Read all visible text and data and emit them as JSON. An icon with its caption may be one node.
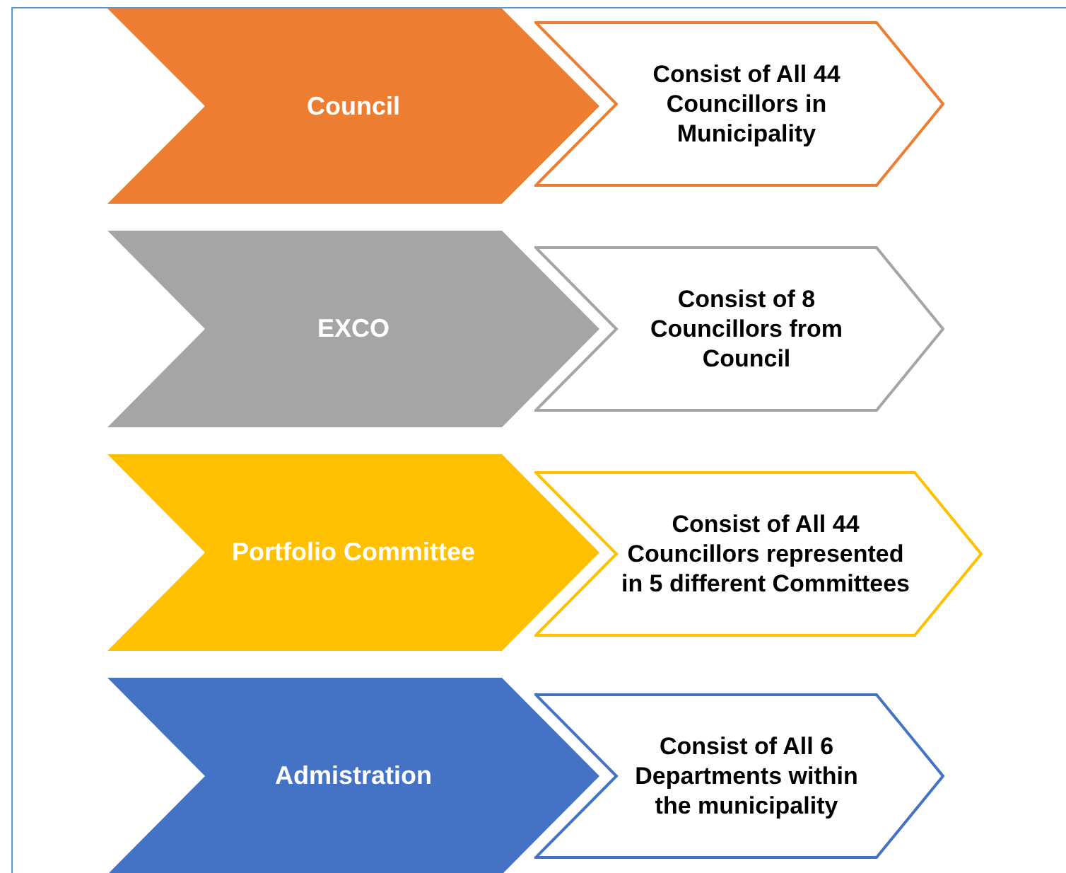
{
  "diagram": {
    "nodes": [
      {
        "text": [
          "Council"
        ]
      },
      {
        "text": [
          "Consist of All 44 Councillors in Municipality"
        ]
      },
      {
        "text": [
          "EXCO"
        ]
      },
      {
        "text": [
          "Consist of 8 Councillors from Council"
        ]
      },
      {
        "text": [
          "Portfolio Committee"
        ]
      },
      {
        "text": [
          "Consist of All 44 Councillors represented in 5 different Committees"
        ]
      },
      {
        "text": [
          "Admistration"
        ]
      },
      {
        "text": [
          "Consist of All 6 Departments within the municipality"
        ]
      }
    ]
  }
}
